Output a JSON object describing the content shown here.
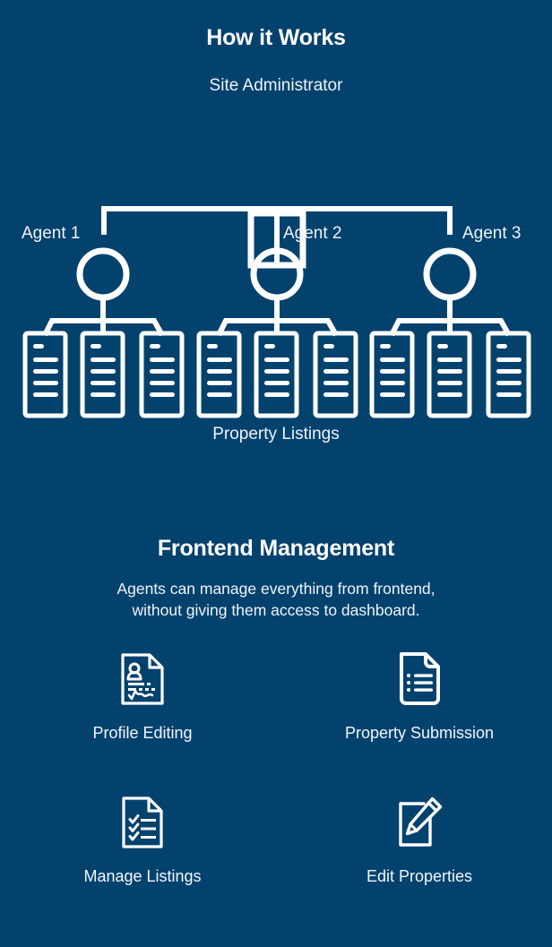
{
  "theme": {
    "background": "#04426e",
    "foreground": "#ffffff",
    "muted_text": "#eef3f7",
    "stroke": "#ffffff"
  },
  "how_it_works": {
    "title": "How it Works",
    "admin_label": "Site Administrator",
    "agents": [
      {
        "label": "Agent 1"
      },
      {
        "label": "Agent 2"
      },
      {
        "label": "Agent 3"
      }
    ],
    "listings_label": "Property Listings",
    "listings_per_agent": 3,
    "diagram": {
      "root_icon": "square-node-icon",
      "agent_icon": "circle-node-icon",
      "leaf_icon": "document-list-icon"
    }
  },
  "frontend_management": {
    "title": "Frontend Management",
    "description_line_1": "Agents can manage everything from frontend,",
    "description_line_2": "without giving them access to dashboard.",
    "features": [
      {
        "label": "Profile Editing",
        "icon": "profile-document-icon"
      },
      {
        "label": "Property Submission",
        "icon": "list-document-icon"
      },
      {
        "label": "Manage Listings",
        "icon": "checklist-document-icon"
      },
      {
        "label": "Edit Properties",
        "icon": "edit-pencil-icon"
      }
    ]
  }
}
